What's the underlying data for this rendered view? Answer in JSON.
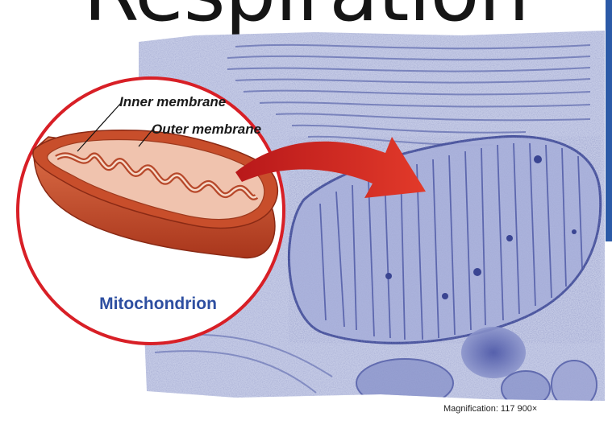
{
  "heading": {
    "text": "Respiration"
  },
  "labels": {
    "inner_membrane": "Inner membrane",
    "outer_membrane": "Outer membrane",
    "organelle": "Mitochondrion"
  },
  "micrograph": {
    "magnification_text": "Magnification: 117 900×"
  },
  "colors": {
    "circle_border": "#d81f26",
    "arrow": "#d42a24",
    "organelle_outer": "#c24a25",
    "organelle_inner": "#e8a38a",
    "label_blue": "#2e4fa1",
    "micrograph_tint": "#7e8ac4"
  },
  "icons": {
    "arrow": "curved-arrow"
  }
}
